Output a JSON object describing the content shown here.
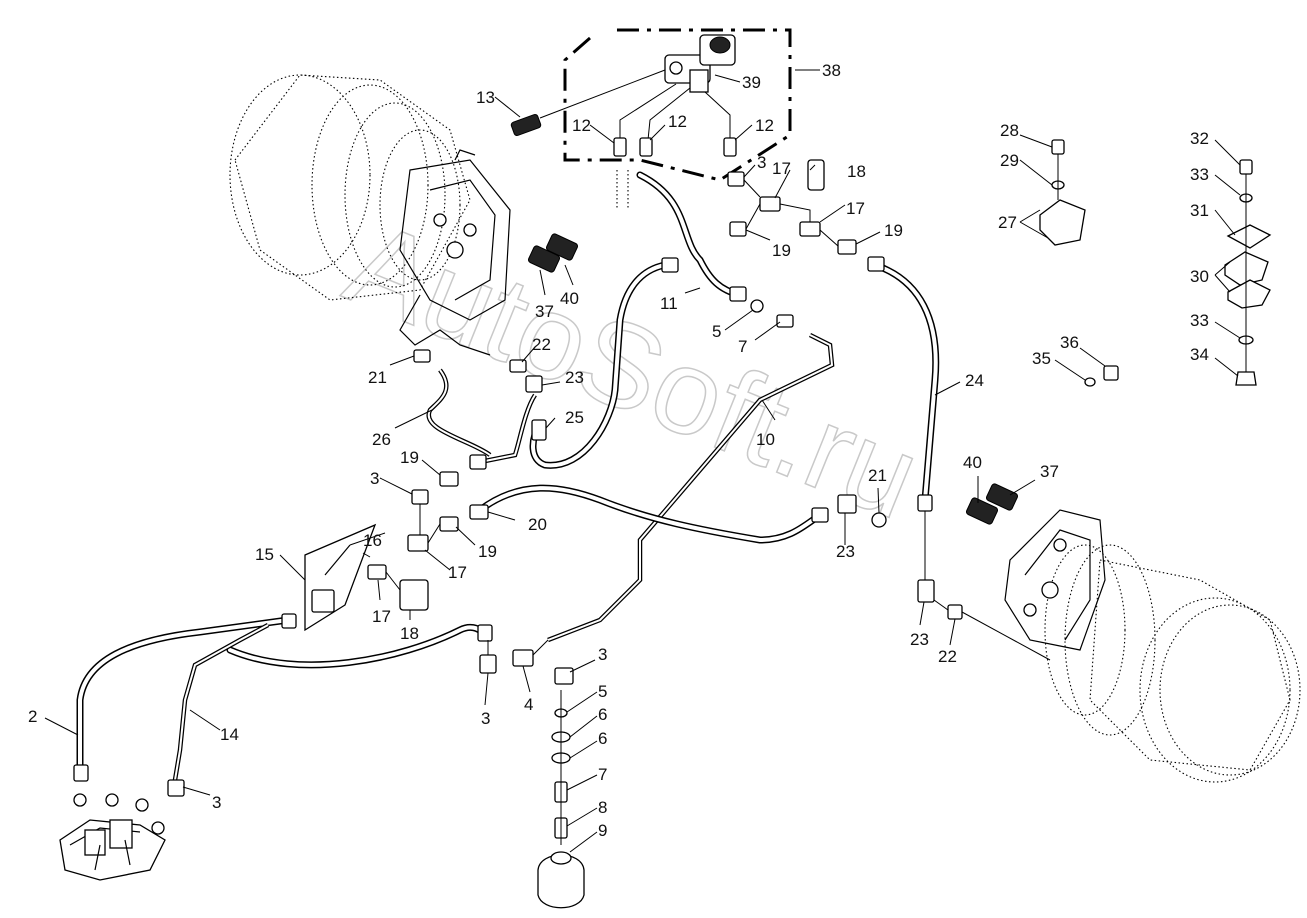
{
  "watermark": "AutoSoft.ru",
  "callouts": {
    "n2": "2",
    "n3a": "3",
    "n3b": "3",
    "n3c": "3",
    "n3d": "3",
    "n3e": "3",
    "n4": "4",
    "n5a": "5",
    "n5b": "5",
    "n6a": "6",
    "n6b": "6",
    "n7a": "7",
    "n7b": "7",
    "n8": "8",
    "n9": "9",
    "n10": "10",
    "n11": "11",
    "n12a": "12",
    "n12b": "12",
    "n12c": "12",
    "n13": "13",
    "n14": "14",
    "n15": "15",
    "n16": "16",
    "n17a": "17",
    "n17b": "17",
    "n17c": "17",
    "n17d": "17",
    "n18a": "18",
    "n18b": "18",
    "n19a": "19",
    "n19b": "19",
    "n19c": "19",
    "n19d": "19",
    "n20": "20",
    "n21a": "21",
    "n21b": "21",
    "n22a": "22",
    "n22b": "22",
    "n23a": "23",
    "n23b": "23",
    "n23c": "23",
    "n24": "24",
    "n25": "25",
    "n26": "26",
    "n27": "27",
    "n28": "28",
    "n29": "29",
    "n30": "30",
    "n31": "31",
    "n32": "32",
    "n33a": "33",
    "n33b": "33",
    "n34": "34",
    "n35": "35",
    "n36": "36",
    "n37a": "37",
    "n37b": "37",
    "n38": "38",
    "n39": "39",
    "n40a": "40",
    "n40b": "40"
  }
}
